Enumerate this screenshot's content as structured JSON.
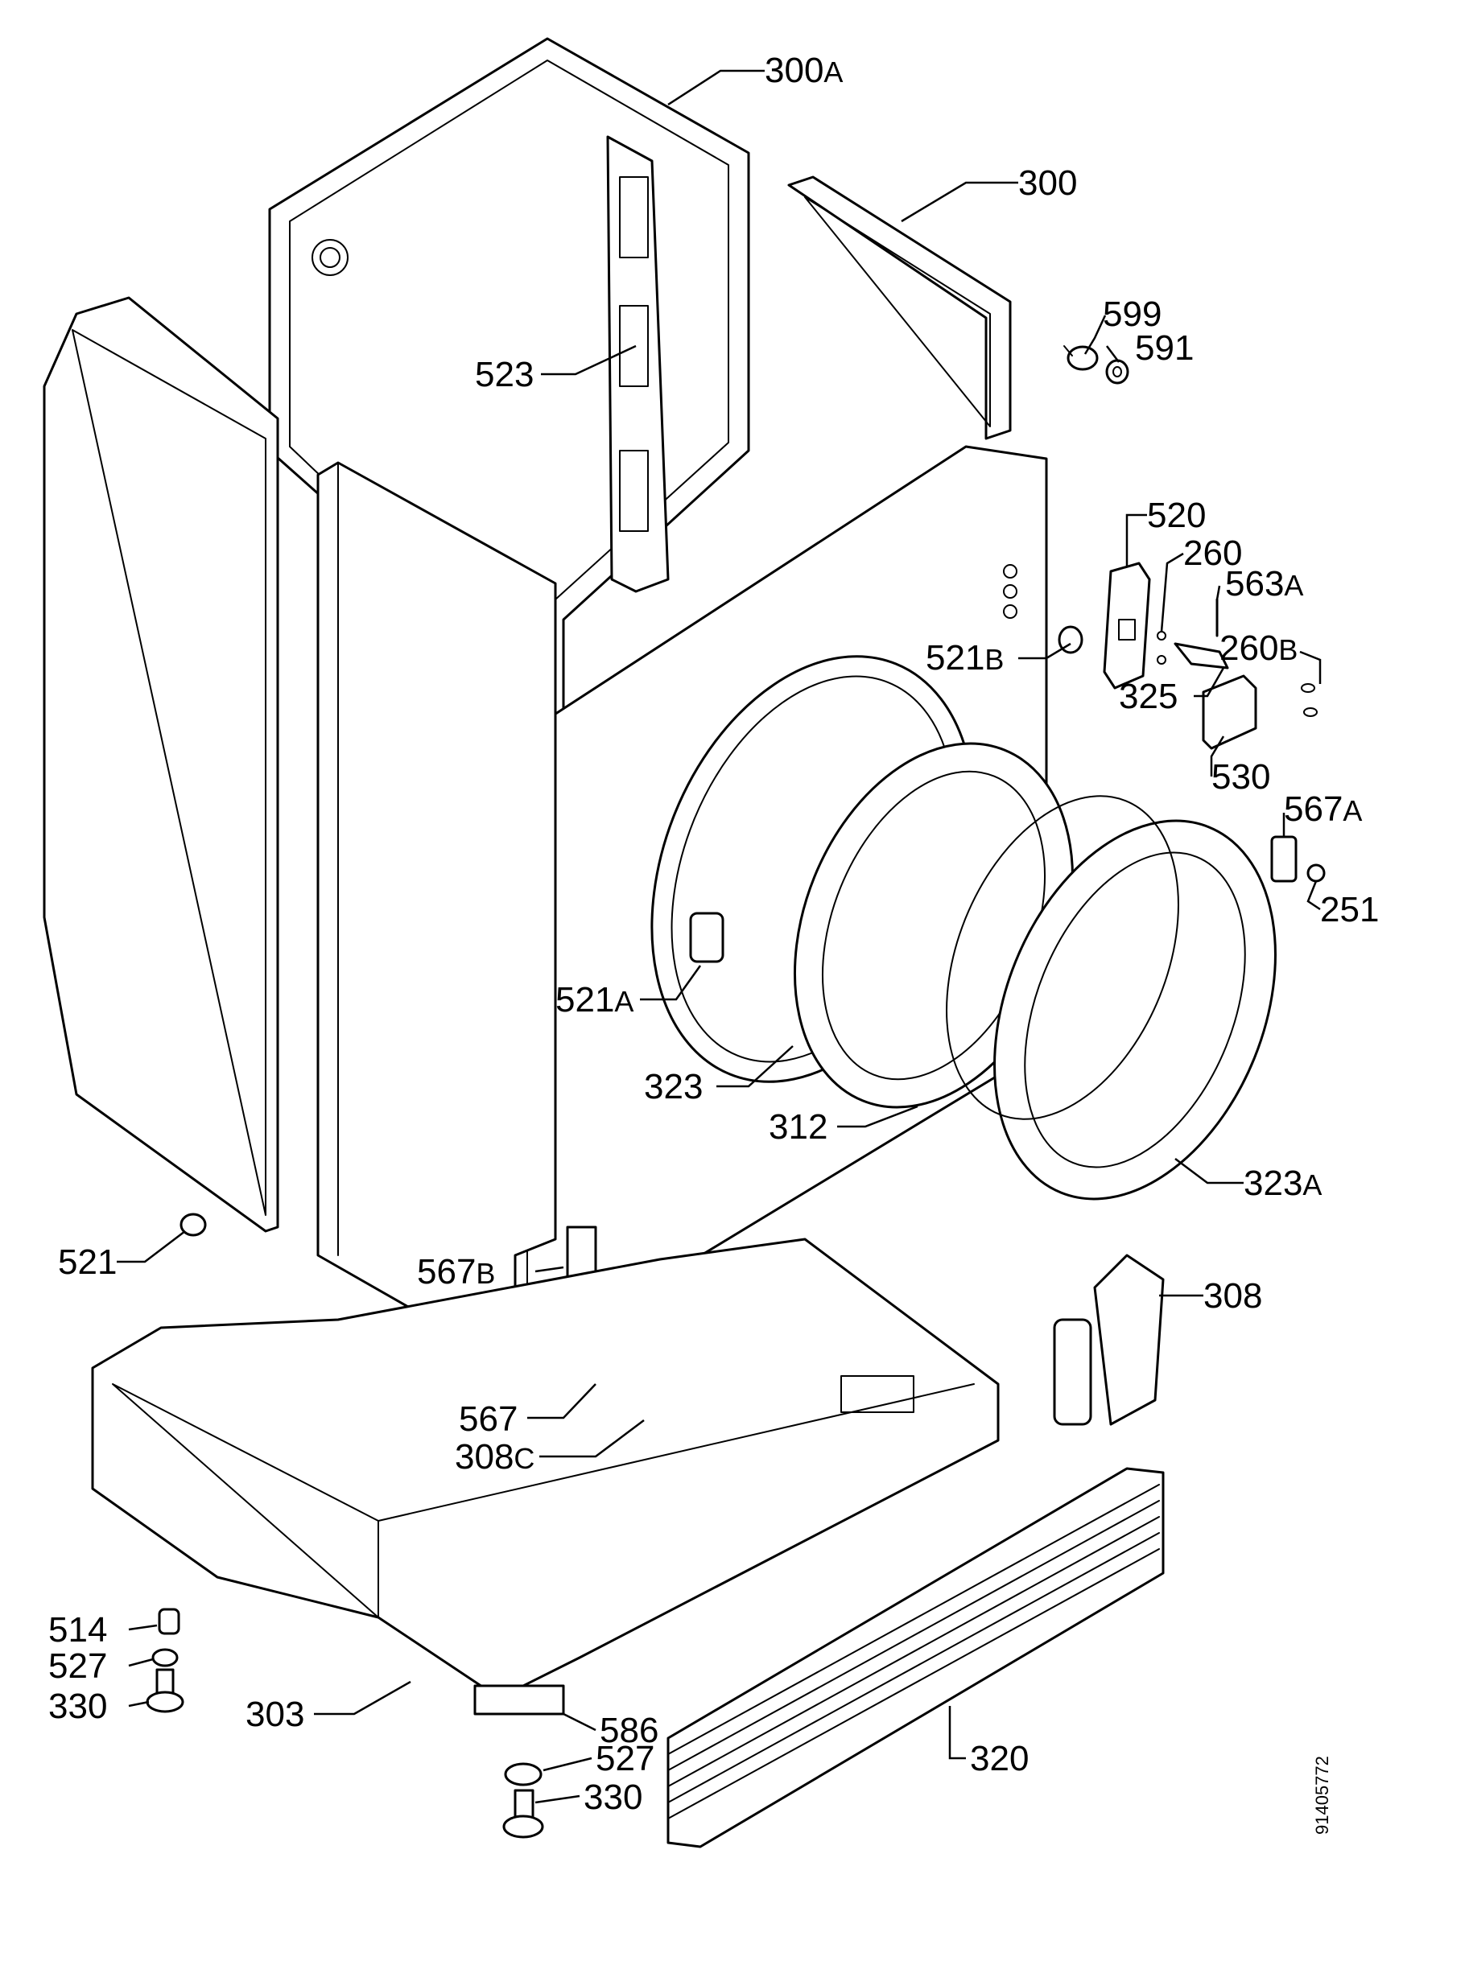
{
  "document_number": "91405772",
  "labels": {
    "p300A": {
      "num": "300",
      "suf": "A"
    },
    "p300": {
      "num": "300"
    },
    "p599": {
      "num": "599"
    },
    "p591": {
      "num": "591"
    },
    "p523": {
      "num": "523"
    },
    "p520": {
      "num": "520"
    },
    "p260": {
      "num": "260"
    },
    "p563A": {
      "num": "563",
      "suf": "A"
    },
    "p521B": {
      "num": "521",
      "suf": "B"
    },
    "p260B": {
      "num": "260",
      "suf": "B"
    },
    "p325": {
      "num": "325"
    },
    "p530": {
      "num": "530"
    },
    "p567A": {
      "num": "567",
      "suf": "A"
    },
    "p251": {
      "num": "251"
    },
    "p521A": {
      "num": "521",
      "suf": "A"
    },
    "p323": {
      "num": "323"
    },
    "p312": {
      "num": "312"
    },
    "p323A": {
      "num": "323",
      "suf": "A"
    },
    "p521": {
      "num": "521"
    },
    "p567B": {
      "num": "567",
      "suf": "B"
    },
    "p308": {
      "num": "308"
    },
    "p567": {
      "num": "567"
    },
    "p308C": {
      "num": "308",
      "suf": "C"
    },
    "p514": {
      "num": "514"
    },
    "p527a": {
      "num": "527"
    },
    "p330a": {
      "num": "330"
    },
    "p303": {
      "num": "303"
    },
    "p586": {
      "num": "586"
    },
    "p527b": {
      "num": "527"
    },
    "p330b": {
      "num": "330"
    },
    "p320": {
      "num": "320"
    }
  }
}
